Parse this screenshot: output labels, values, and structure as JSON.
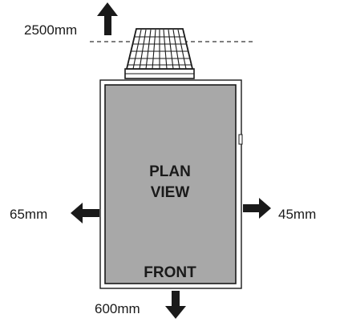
{
  "clearances": {
    "top": "2500mm",
    "left": "65mm",
    "right": "45mm",
    "bottom": "600mm"
  },
  "unit": {
    "title_line1": "PLAN",
    "title_line2": "VIEW",
    "front_label": "FRONT"
  },
  "colors": {
    "unit_fill": "#a8a8a8",
    "outline": "#1a1a1a",
    "arrow": "#1a1a1a"
  },
  "icons": {
    "fan_grille": "fan-grille-icon"
  }
}
